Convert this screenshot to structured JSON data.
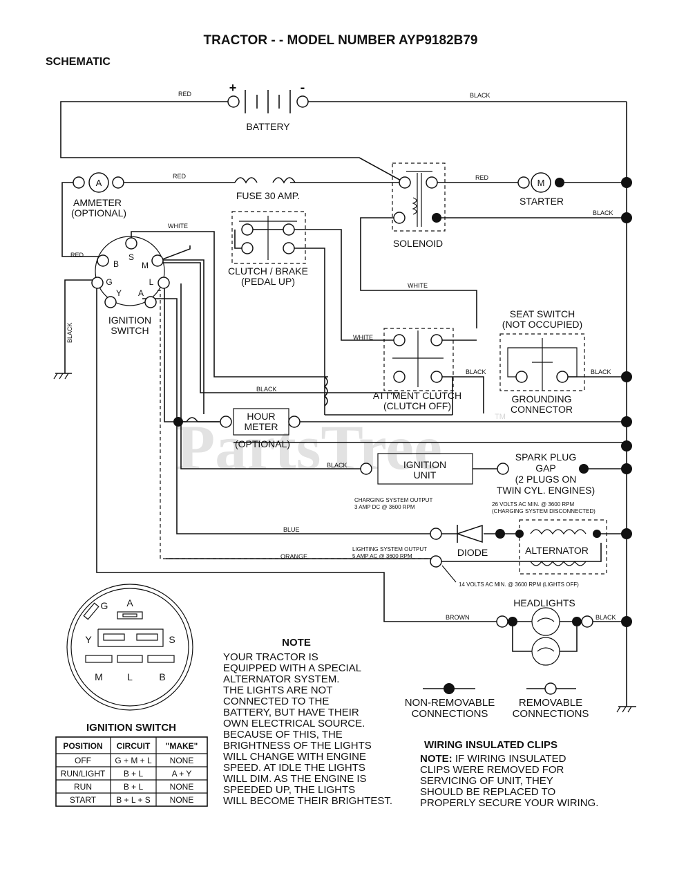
{
  "title": "TRACTOR - - MODEL NUMBER AYP9182B79",
  "section": "SCHEMATIC",
  "watermark": "PartsTree",
  "watermark_tm": "TM",
  "components": {
    "battery": "BATTERY",
    "battery_plus": "+",
    "battery_minus": "-",
    "ammeter_symbol": "A",
    "ammeter": "AMMETER",
    "ammeter_optional": "(OPTIONAL)",
    "fuse": "FUSE 30 AMP.",
    "starter_symbol": "M",
    "starter": "STARTER",
    "solenoid": "SOLENOID",
    "clutch_brake": "CLUTCH / BRAKE",
    "clutch_brake_sub": "(PEDAL UP)",
    "ignition_switch": "IGNITION",
    "ignition_switch_2": "SWITCH",
    "seat_switch": "SEAT SWITCH",
    "seat_switch_sub": "(NOT OCCUPIED)",
    "attment_clutch": "ATT'MENT CLUTCH",
    "attment_clutch_sub": "(CLUTCH OFF)",
    "grounding": "GROUNDING",
    "grounding_2": "CONNECTOR",
    "hour_meter": "HOUR",
    "hour_meter_2": "METER",
    "hour_meter_optional": "(OPTIONAL)",
    "ignition_unit": "IGNITION",
    "ignition_unit_2": "UNIT",
    "spark_plug": "SPARK PLUG",
    "spark_plug_2": "GAP",
    "spark_plug_3": "(2 PLUGS ON",
    "spark_plug_4": "TWIN CYL. ENGINES)",
    "diode": "DIODE",
    "alternator": "ALTERNATOR",
    "headlights": "HEADLIGHTS"
  },
  "terminals": {
    "B": "B",
    "S": "S",
    "M": "M",
    "G": "G",
    "Y": "Y",
    "A": "A",
    "L": "L"
  },
  "wires": {
    "red_battery": "RED",
    "black_battery": "BLACK",
    "red_fuse": "RED",
    "red_starter": "RED",
    "black_solenoid": "BLACK",
    "white_top": "WHITE",
    "red_b": "RED",
    "black_ground": "BLACK",
    "white_mid": "WHITE",
    "white_attment": "WHITE",
    "black_seat": "BLACK",
    "black_ground_conn": "BLACK",
    "black_lower": "BLACK",
    "black_ign": "BLACK",
    "blue": "BLUE",
    "orange": "ORANGE",
    "brown": "BROWN",
    "black_headlights": "BLACK"
  },
  "specs": {
    "charging_output_1": "CHARGING SYSTEM OUTPUT",
    "charging_output_2": "3 AMP DC @ 3600 RPM",
    "alt_volts_1": "26 VOLTS AC MIN. @ 3600 RPM",
    "alt_volts_2": "(CHARGING SYSTEM DISCONNECTED)",
    "lighting_output_1": "LIGHTING SYSTEM OUTPUT",
    "lighting_output_2": "5 AMP AC @ 3600 RPM",
    "lighting_volts": "14 VOLTS AC MIN. @ 3600 RPM (LIGHTS OFF)"
  },
  "plug": {
    "A": "A",
    "G": "G",
    "Y": "Y",
    "S": "S",
    "M": "M",
    "L": "L",
    "B": "B"
  },
  "note": {
    "heading": "NOTE",
    "lines": [
      "YOUR TRACTOR IS",
      "EQUIPPED WITH A SPECIAL",
      "ALTERNATOR SYSTEM.",
      "THE LIGHTS ARE NOT",
      "CONNECTED TO THE",
      "BATTERY, BUT HAVE THEIR",
      "OWN ELECTRICAL SOURCE.",
      "BECAUSE OF THIS, THE",
      "BRIGHTNESS OF THE LIGHTS",
      "WILL CHANGE WITH ENGINE",
      "SPEED.  AT IDLE THE LIGHTS",
      "WILL DIM.  AS THE ENGINE IS",
      "SPEEDED UP, THE LIGHTS",
      "WILL BECOME THEIR BRIGHTEST."
    ]
  },
  "legend": {
    "non_removable": "NON-REMOVABLE",
    "non_removable_2": "CONNECTIONS",
    "removable": "REMOVABLE",
    "removable_2": "CONNECTIONS"
  },
  "wiring_clips": {
    "heading": "WIRING INSULATED CLIPS",
    "note_label": "NOTE:",
    "line1": " IF WIRING INSULATED",
    "line2": "CLIPS WERE REMOVED FOR",
    "line3": "SERVICING OF UNIT, THEY",
    "line4": "SHOULD BE REPLACED TO",
    "line5": "PROPERLY SECURE YOUR WIRING."
  },
  "ignition_table": {
    "title": "IGNITION SWITCH",
    "headers": [
      "POSITION",
      "CIRCUIT",
      "\"MAKE\""
    ],
    "rows": [
      [
        "OFF",
        "G + M + L",
        "NONE"
      ],
      [
        "RUN/LIGHT",
        "B + L",
        "A + Y"
      ],
      [
        "RUN",
        "B + L",
        "NONE"
      ],
      [
        "START",
        "B + L + S",
        "NONE"
      ]
    ]
  }
}
